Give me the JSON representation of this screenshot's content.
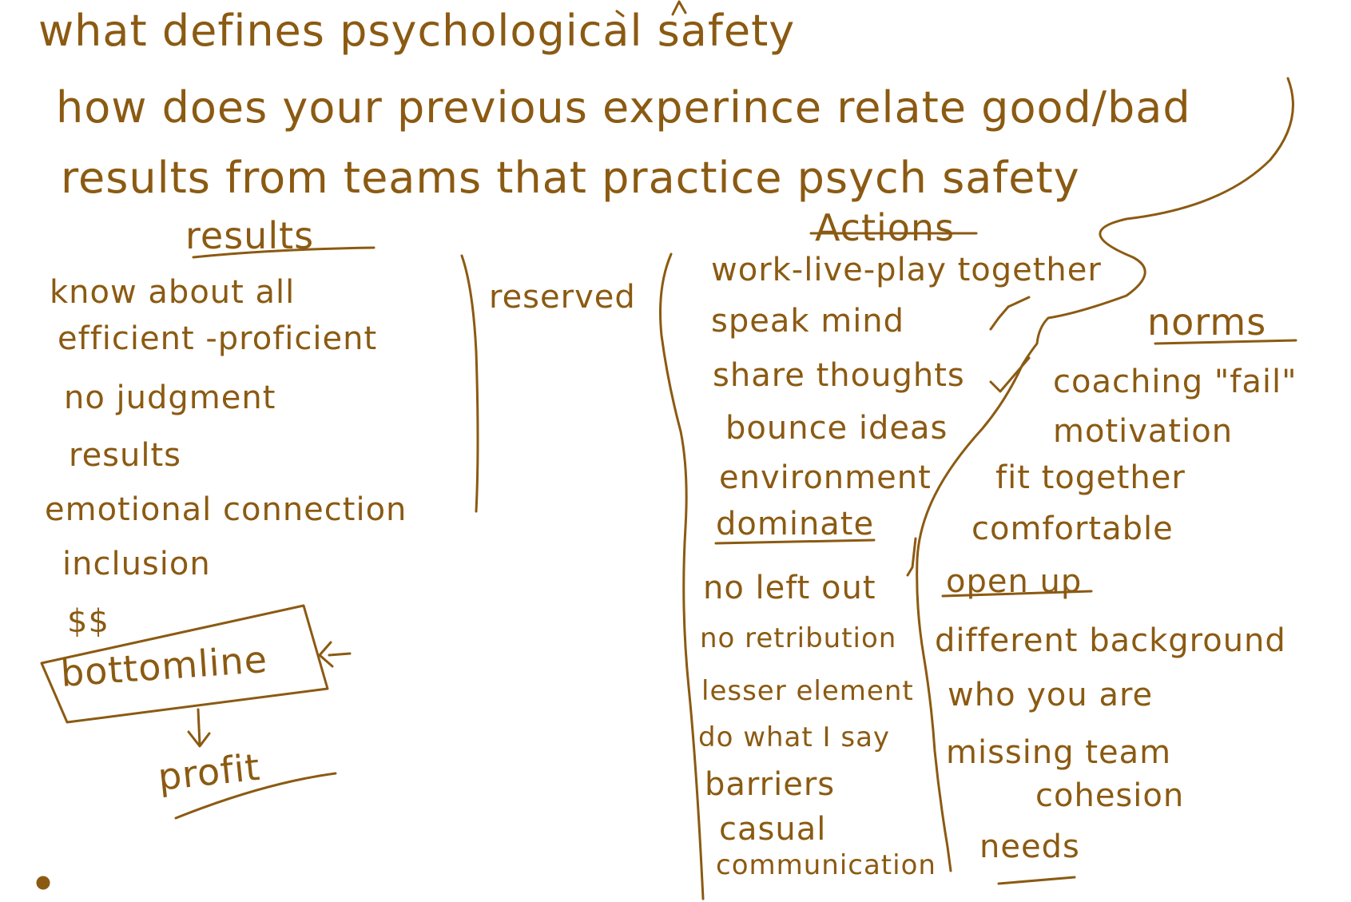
{
  "ink_color": "#8B5A12",
  "background_color": "#ffffff",
  "header": {
    "line1": "what defines psychological safety",
    "line2": "how does your previous experince relate good/bad",
    "line3": "results from teams that practice psych safety"
  },
  "results": {
    "heading": "results",
    "items": [
      "know about all",
      "efficient -proficient",
      "no judgment",
      "results",
      "emotional connection",
      "inclusion",
      "$$"
    ],
    "boxed": "bottomline",
    "arrow_target": "profit",
    "side_note": "reserved"
  },
  "actions": {
    "heading": "Actions",
    "items": [
      "work-live-play together",
      "speak mind",
      "share thoughts",
      "bounce ideas",
      "environment",
      "dominate",
      "no left out",
      "no retribution",
      "lesser element",
      "do what I say",
      "barriers",
      "casual",
      "communication"
    ]
  },
  "norms": {
    "heading": "norms",
    "items": [
      "coaching \"fail\"",
      "motivation",
      "fit together",
      "comfortable",
      "open up",
      "different background",
      "who you are",
      "missing team",
      "cohesion",
      "needs"
    ]
  }
}
